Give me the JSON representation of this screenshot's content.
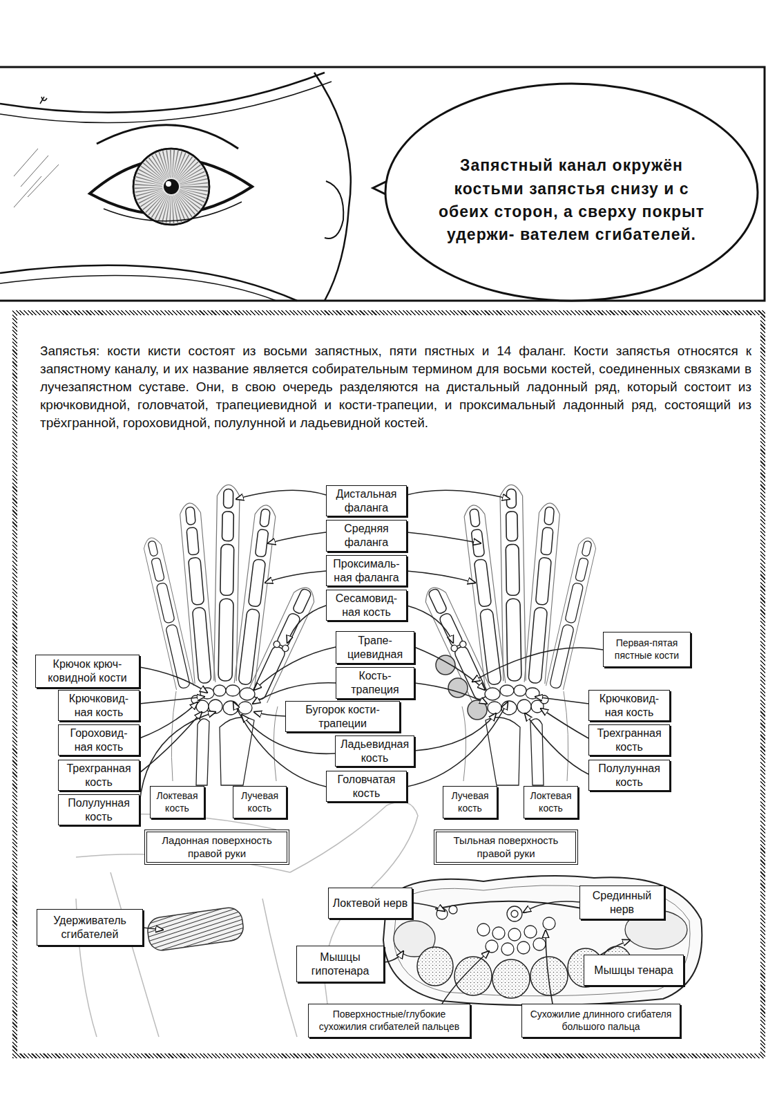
{
  "diagram": {
    "nodes": [
      {
        "text": [
          "Запястный канал окружён костьми запястья снизу и с обеих сторон, а сверху покрыт удержи- вателем сгибателей."
        ]
      },
      {
        "text": [
          "Запястья: кости кисти состоят из восьми запястных, пяти пястных и 14 фаланг. Кости запястья относятся к запястному каналу, и их название является собирательным термином для восьми костей, соединенных связками в лучезапястном суставе. Они, в свою очередь разделяются на дистальный ладонный ряд, который состоит из крючковидной, головчатой, трапециевидной и кости-трапеции, и проксимальный ладонный ряд, состоящий из трёхгранной, гороховидной, полулунной и ладьевидной костей."
        ]
      },
      {
        "text": [
          "Дистальная фаланга"
        ],
        "in": 1
      },
      {
        "text": [
          "Средняя фаланга"
        ],
        "in": 1
      },
      {
        "text": [
          "Проксималь- ная фаланга"
        ],
        "in": 1
      },
      {
        "text": [
          "Сесамовид- ная кость"
        ],
        "in": 1
      },
      {
        "text": [
          "Трапе- циевидная"
        ],
        "in": 1
      },
      {
        "text": [
          "Кость- трапеция"
        ],
        "in": 1
      },
      {
        "text": [
          "Бугорок кости- трапеции"
        ],
        "in": 1
      },
      {
        "text": [
          "Ладьевидная кость"
        ],
        "in": 1
      },
      {
        "text": [
          "Головчатая кость"
        ],
        "in": 1
      },
      {
        "text": [
          "Крючок крюч- ковидной кости"
        ],
        "in": 1
      },
      {
        "text": [
          "Крючковид- ная кость"
        ],
        "in": 1
      },
      {
        "text": [
          "Гороховид- ная кость"
        ],
        "in": 1
      },
      {
        "text": [
          "Трехгранная кость"
        ],
        "in": 1
      },
      {
        "text": [
          "Полулунная кость"
        ],
        "in": 1
      },
      {
        "text": [
          "Локтевая кость"
        ],
        "in": 1
      },
      {
        "text": [
          "Лучевая кость"
        ],
        "in": 1
      },
      {
        "text": [
          "Ладонная поверхность правой руки"
        ],
        "in": 1
      },
      {
        "text": [
          "Первая-пятая пястные кости"
        ],
        "in": 1
      },
      {
        "text": [
          "Крючковид- ная кость"
        ],
        "in": 1
      },
      {
        "text": [
          "Трехгранная кость"
        ],
        "in": 1
      },
      {
        "text": [
          "Полулунная кость"
        ],
        "in": 1
      },
      {
        "text": [
          "Лучевая кость"
        ],
        "in": 1
      },
      {
        "text": [
          "Локтевая кость"
        ],
        "in": 1
      },
      {
        "text": [
          "Тыльная поверхность правой руки"
        ],
        "in": 1
      },
      {
        "text": [
          "Удерживатель сгибателей"
        ],
        "in": 1
      },
      {
        "text": [
          "Локтевой нерв"
        ],
        "in": 1
      },
      {
        "text": [
          "Срединный нерв"
        ],
        "in": 1
      },
      {
        "text": [
          "Мышцы гипотенара"
        ],
        "in": 1
      },
      {
        "text": [
          "Мышцы тенара"
        ],
        "in": 1
      },
      {
        "text": [
          "Поверхностные/глубокие сухожилия сгибателей пальцев"
        ],
        "in": 1
      },
      {
        "text": [
          "Сухожилие длинного сгибателя большого пальца"
        ],
        "in": 1
      }
    ]
  }
}
